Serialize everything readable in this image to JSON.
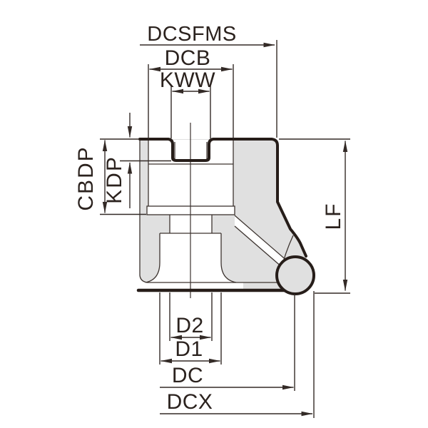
{
  "figure": {
    "type": "technical-dimension-drawing",
    "subject": "face milling cutter, side cross-section view with insert",
    "colors": {
      "body_fill": "#e0e0e0",
      "outline_thick": "#261d19",
      "line_thin": "#3c332f",
      "dimension_line": "#332a26",
      "text": "#2b221e",
      "background": "#ffffff"
    },
    "labels": {
      "dcsfms": "DCSFMS",
      "dcb": "DCB",
      "kww": "KWW",
      "cbdp": "CBDP",
      "kdp": "KDP",
      "lf": "LF",
      "d2": "D2",
      "d1": "D1",
      "dc": "DC",
      "dcx": "DCX"
    },
    "dimension_meanings": {
      "top_widths": [
        "DCSFMS",
        "DCB",
        "KWW"
      ],
      "left_depths": [
        "CBDP",
        "KDP"
      ],
      "right_height": [
        "LF"
      ],
      "bottom_diameters": [
        "D2",
        "D1",
        "DC",
        "DCX"
      ]
    }
  }
}
